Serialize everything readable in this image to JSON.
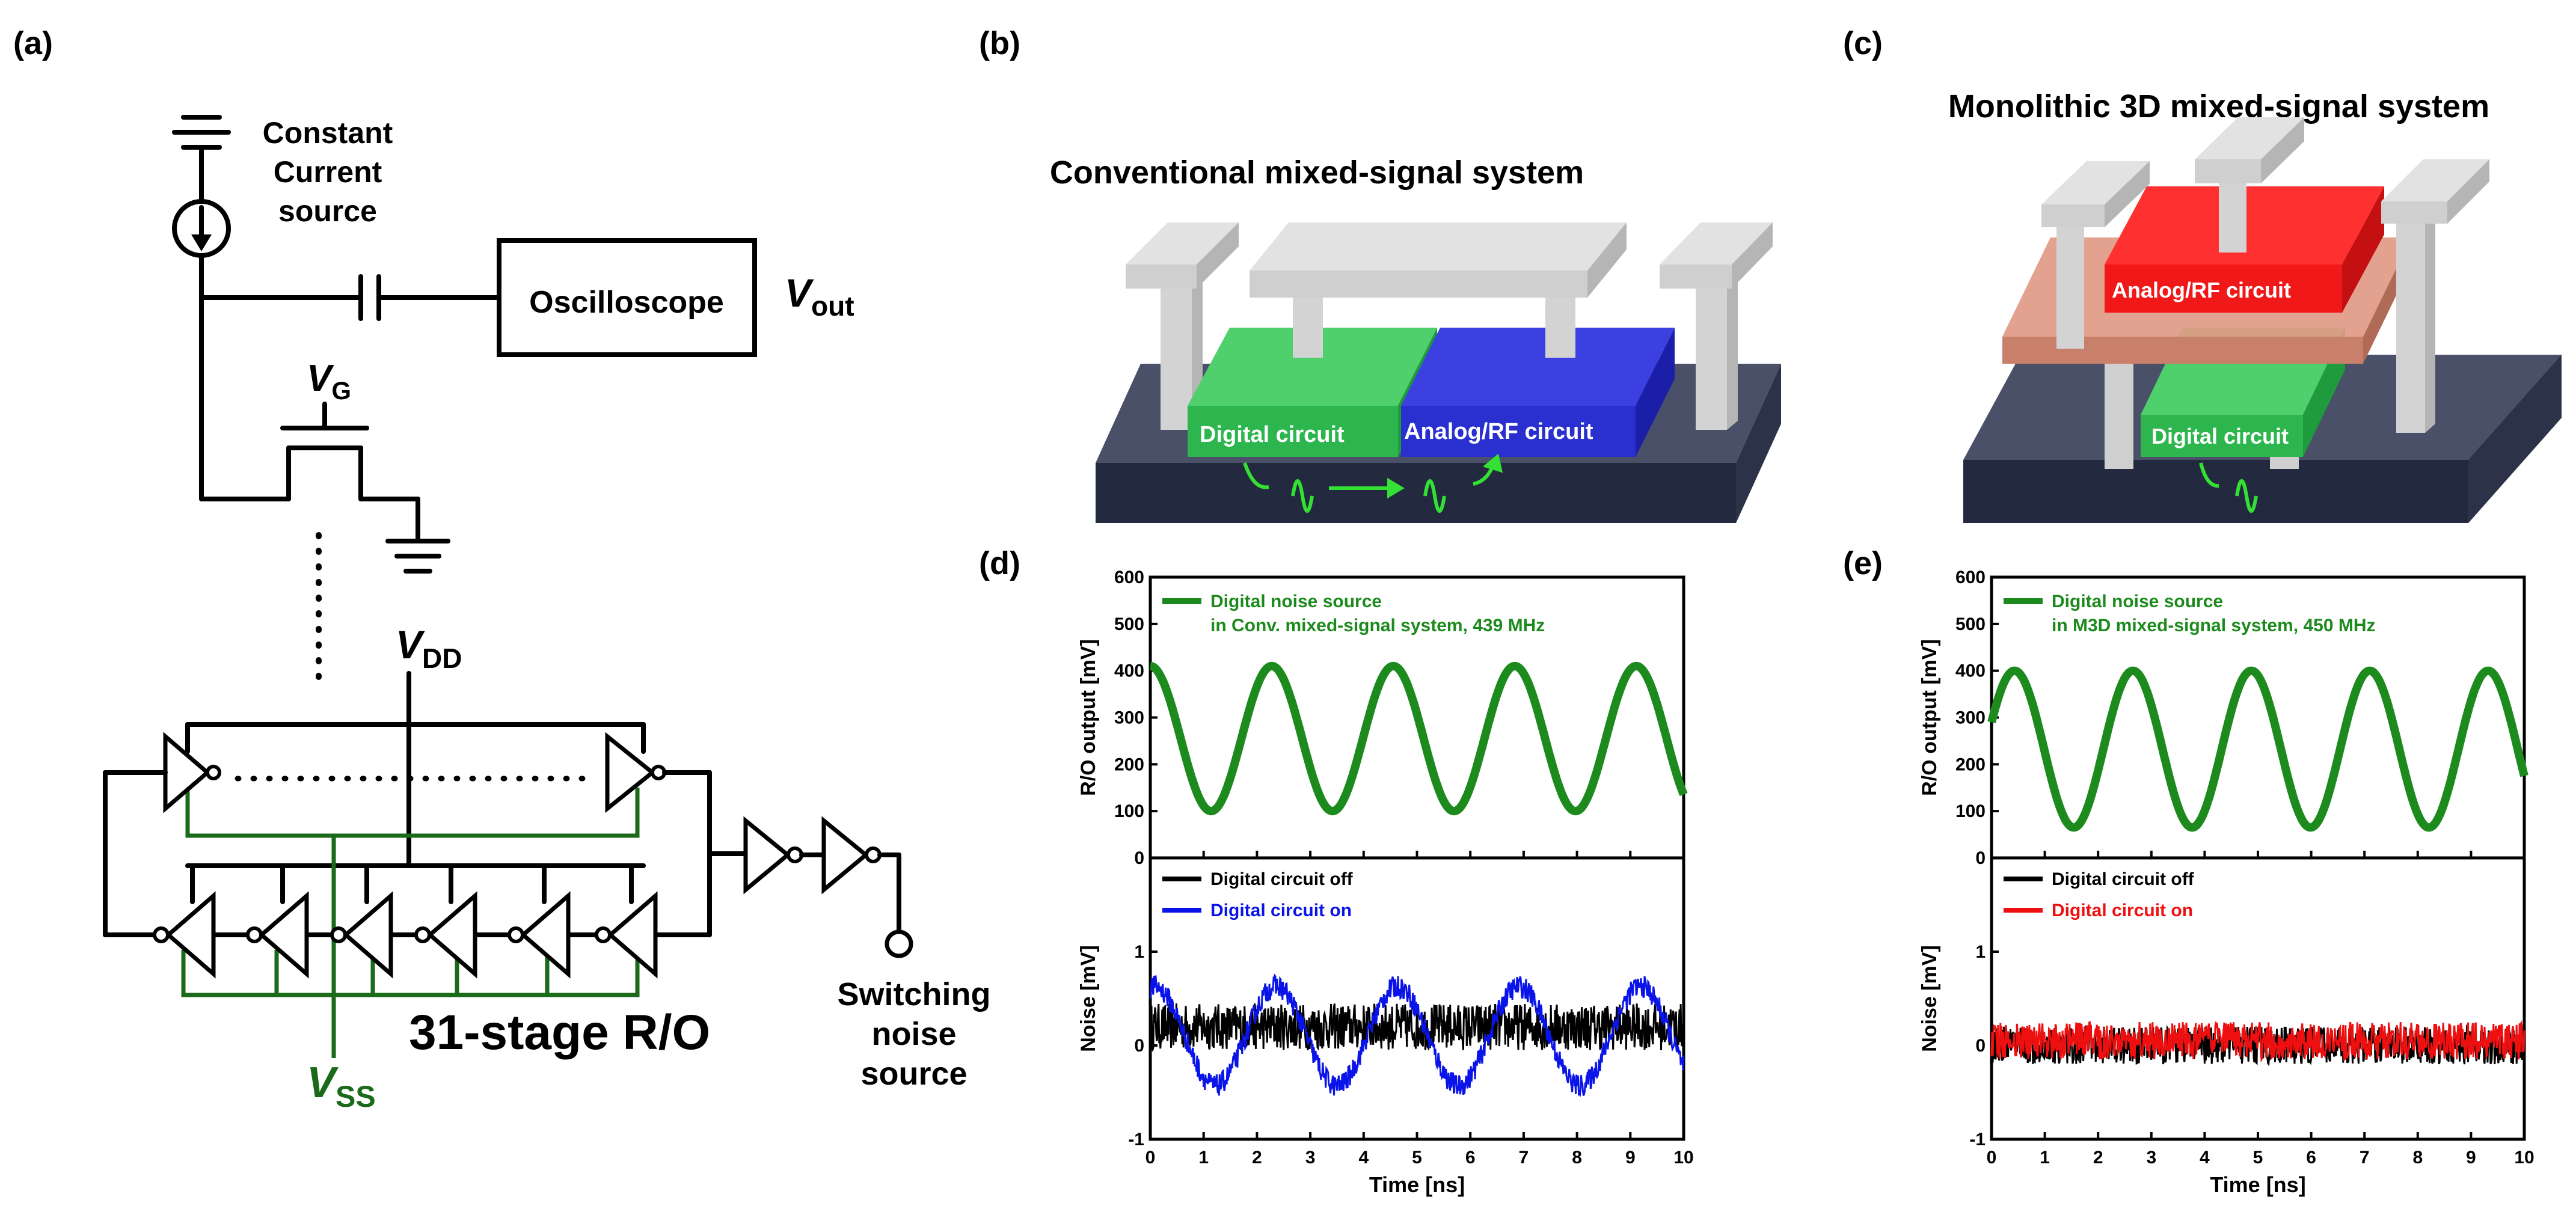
{
  "panels": {
    "a": {
      "label": "(a)",
      "constant_current": [
        "Constant",
        "Current",
        "source"
      ],
      "oscilloscope": "Oscilloscope",
      "vout": {
        "main": "V",
        "sub": "out"
      },
      "vg": {
        "main": "V",
        "sub": "G"
      },
      "vdd": {
        "main": "V",
        "sub": "DD"
      },
      "vss": {
        "main": "V",
        "sub": "SS"
      },
      "ro_label": "31-stage R/O",
      "switching": [
        "Switching",
        "noise",
        "source"
      ]
    },
    "b": {
      "label": "(b)",
      "title": "Conventional mixed-signal system",
      "digital": "Digital circuit",
      "analog": "Analog/RF circuit"
    },
    "c": {
      "label": "(c)",
      "title": "Monolithic 3D mixed-signal system",
      "analog": "Analog/RF circuit",
      "digital": "Digital circuit"
    },
    "d": {
      "label": "(d)"
    },
    "e": {
      "label": "(e)"
    }
  },
  "colors": {
    "green_block": "#2db54e",
    "blue_block": "#2a2fcf",
    "red_block": "#f01818",
    "substrate": "#3a4055",
    "pillar": "#d9d9d9",
    "interlayer": "#d9806a",
    "signal_green": "#1c8a1c",
    "noise_blue": "#0a14e8",
    "noise_red": "#ee1010",
    "noise_black": "#000000"
  },
  "chart_data": [
    {
      "panel": "d",
      "type": "line",
      "subplots": [
        {
          "ylabel": "R/O output [mV]",
          "ylim": [
            0,
            600
          ],
          "yticks": [
            0,
            100,
            200,
            300,
            400,
            500,
            600
          ],
          "series": [
            {
              "name": "Digital noise source\nin Conv. mixed-signal system, 439 MHz",
              "legend": [
                "Digital noise source",
                "in Conv. mixed-signal system, 439 MHz"
              ],
              "color": "#1c8a1c",
              "frequency_MHz": 439,
              "min": 100,
              "max": 410
            }
          ]
        },
        {
          "ylabel": "Noise [mV]",
          "ylim": [
            -1,
            2
          ],
          "yticks": [
            -1,
            0,
            1
          ],
          "series": [
            {
              "name": "Digital circuit off",
              "color": "#000000",
              "mean": 0.2,
              "peak_to_peak": 0.5
            },
            {
              "name": "Digital circuit on",
              "color": "#0a14e8",
              "mean": 0.1,
              "min": -0.5,
              "max": 0.8
            }
          ]
        }
      ],
      "xlabel": "Time [ns]",
      "xlim": [
        0,
        10
      ],
      "xticks": [
        0,
        1,
        2,
        3,
        4,
        5,
        6,
        7,
        8,
        9,
        10
      ]
    },
    {
      "panel": "e",
      "type": "line",
      "subplots": [
        {
          "ylabel": "R/O output [mV]",
          "ylim": [
            0,
            600
          ],
          "yticks": [
            0,
            100,
            200,
            300,
            400,
            500,
            600
          ],
          "series": [
            {
              "name": "Digital noise source\nin M3D mixed-signal system, 450 MHz",
              "legend": [
                "Digital noise source",
                "in M3D mixed-signal system, 450 MHz"
              ],
              "color": "#1c8a1c",
              "frequency_MHz": 450,
              "min": 65,
              "max": 400
            }
          ]
        },
        {
          "ylabel": "Noise [mV]",
          "ylim": [
            -1,
            2
          ],
          "yticks": [
            -1,
            0,
            1
          ],
          "series": [
            {
              "name": "Digital circuit off",
              "color": "#000000",
              "mean": 0.0,
              "peak_to_peak": 0.4
            },
            {
              "name": "Digital circuit on",
              "color": "#ee1010",
              "mean": 0.05,
              "peak_to_peak": 0.4
            }
          ]
        }
      ],
      "xlabel": "Time [ns]",
      "xlim": [
        0,
        10
      ],
      "xticks": [
        0,
        1,
        2,
        3,
        4,
        5,
        6,
        7,
        8,
        9,
        10
      ]
    }
  ]
}
